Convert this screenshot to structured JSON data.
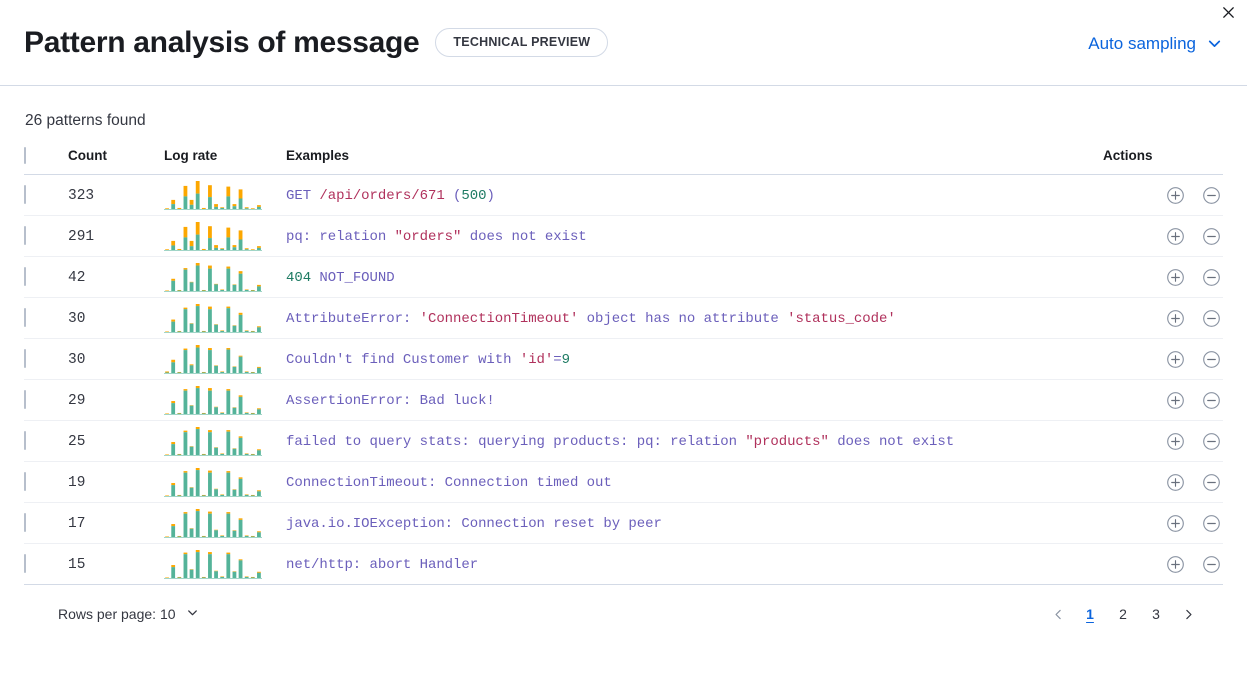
{
  "header": {
    "title": "Pattern analysis of message",
    "badge": "TECHNICAL PREVIEW",
    "sampling_label": "Auto sampling",
    "chevron_icon": "chevron-down-icon",
    "close_icon": "close-icon"
  },
  "summary": {
    "patterns_found": "26 patterns found"
  },
  "table": {
    "columns": [
      "Count",
      "Log rate",
      "Examples",
      "Actions"
    ],
    "select_all_checkbox": "select-all",
    "rows": [
      {
        "count": "323",
        "example_parts": [
          {
            "t": "GET ",
            "c": "base"
          },
          {
            "t": "/api/orders/671",
            "c": "str"
          },
          {
            "t": " (",
            "c": "base"
          },
          {
            "t": "500",
            "c": "num"
          },
          {
            "t": ")",
            "c": "base"
          }
        ],
        "example_text": "GET /api/orders/671 (500)",
        "spark": {
          "teal": [
            0,
            14,
            0,
            36,
            12,
            44,
            0,
            34,
            6,
            3,
            36,
            8,
            30,
            2,
            0,
            6
          ],
          "orange": [
            2,
            12,
            3,
            30,
            14,
            36,
            3,
            34,
            8,
            2,
            28,
            6,
            26,
            3,
            2,
            5
          ]
        }
      },
      {
        "count": "291",
        "example_parts": [
          {
            "t": "pq: relation ",
            "c": "base"
          },
          {
            "t": "\"orders\"",
            "c": "str"
          },
          {
            "t": " does not exist",
            "c": "base"
          }
        ],
        "example_text": "pq: relation \"orders\" does not exist",
        "spark": {
          "teal": [
            0,
            13,
            0,
            36,
            11,
            44,
            0,
            34,
            6,
            3,
            36,
            8,
            30,
            2,
            0,
            6
          ],
          "orange": [
            2,
            13,
            3,
            30,
            15,
            36,
            3,
            34,
            8,
            2,
            28,
            6,
            26,
            3,
            2,
            5
          ]
        }
      },
      {
        "count": "42",
        "example_parts": [
          {
            "t": "404",
            "c": "num"
          },
          {
            "t": " NOT_FOUND",
            "c": "base"
          }
        ],
        "example_text": "404 NOT_FOUND",
        "spark": {
          "teal": [
            0,
            20,
            1,
            42,
            17,
            50,
            1,
            44,
            13,
            2,
            44,
            12,
            34,
            2,
            1,
            9
          ],
          "orange": [
            1,
            4,
            1,
            3,
            1,
            5,
            1,
            6,
            1,
            1,
            4,
            1,
            5,
            1,
            1,
            3
          ]
        }
      },
      {
        "count": "30",
        "example_parts": [
          {
            "t": "AttributeError: ",
            "c": "base"
          },
          {
            "t": "'ConnectionTimeout'",
            "c": "str"
          },
          {
            "t": " object has no attribute ",
            "c": "base"
          },
          {
            "t": "'status_code'",
            "c": "str"
          }
        ],
        "example_text": "AttributeError: 'ConnectionTimeout' object has no attribute 'status_code'",
        "spark": {
          "teal": [
            0,
            20,
            1,
            44,
            16,
            50,
            1,
            44,
            14,
            2,
            46,
            12,
            33,
            2,
            1,
            9
          ],
          "orange": [
            1,
            4,
            1,
            3,
            1,
            4,
            1,
            5,
            1,
            1,
            3,
            1,
            4,
            1,
            1,
            2
          ]
        }
      },
      {
        "count": "30",
        "example_parts": [
          {
            "t": "Couldn't find Customer with ",
            "c": "base"
          },
          {
            "t": "'id'",
            "c": "str"
          },
          {
            "t": "=",
            "c": "base"
          },
          {
            "t": "9",
            "c": "num"
          }
        ],
        "example_text": "Couldn't find Customer with 'id'=9",
        "spark": {
          "teal": [
            1,
            21,
            1,
            45,
            15,
            50,
            1,
            45,
            14,
            2,
            46,
            12,
            32,
            2,
            1,
            10
          ],
          "orange": [
            2,
            5,
            1,
            3,
            2,
            5,
            1,
            4,
            1,
            1,
            3,
            1,
            2,
            1,
            1,
            2
          ]
        }
      },
      {
        "count": "29",
        "example_parts": [
          {
            "t": "AssertionError: Bad luck!",
            "c": "base"
          }
        ],
        "example_text": "AssertionError: Bad luck!",
        "spark": {
          "teal": [
            0,
            21,
            1,
            45,
            16,
            50,
            1,
            45,
            13,
            2,
            45,
            12,
            33,
            2,
            1,
            9
          ],
          "orange": [
            1,
            4,
            1,
            3,
            1,
            4,
            1,
            5,
            1,
            1,
            3,
            1,
            3,
            1,
            1,
            2
          ]
        }
      },
      {
        "count": "25",
        "example_parts": [
          {
            "t": "failed to query stats: querying products: pq: relation ",
            "c": "base"
          },
          {
            "t": "\"products\"",
            "c": "str"
          },
          {
            "t": " does not exist",
            "c": "base"
          }
        ],
        "example_text": "failed to query stats: querying products: pq: relation \"products\" does not exist",
        "spark": {
          "teal": [
            0,
            21,
            1,
            44,
            16,
            50,
            1,
            44,
            14,
            2,
            45,
            12,
            33,
            2,
            1,
            9
          ],
          "orange": [
            1,
            4,
            1,
            3,
            1,
            4,
            1,
            4,
            1,
            1,
            3,
            1,
            3,
            1,
            1,
            2
          ]
        }
      },
      {
        "count": "19",
        "example_parts": [
          {
            "t": "ConnectionTimeout: Connection timed out",
            "c": "base"
          }
        ],
        "example_text": "ConnectionTimeout: Connection timed out",
        "spark": {
          "teal": [
            0,
            21,
            1,
            45,
            16,
            50,
            1,
            45,
            13,
            2,
            45,
            12,
            33,
            2,
            1,
            9
          ],
          "orange": [
            1,
            4,
            1,
            3,
            1,
            4,
            1,
            4,
            1,
            1,
            3,
            1,
            3,
            1,
            1,
            2
          ]
        }
      },
      {
        "count": "17",
        "example_parts": [
          {
            "t": "java.io.IOException: Connection reset by peer",
            "c": "base"
          }
        ],
        "example_text": "java.io.IOException: Connection reset by peer",
        "spark": {
          "teal": [
            0,
            21,
            1,
            45,
            16,
            50,
            1,
            45,
            13,
            2,
            45,
            12,
            33,
            2,
            1,
            9
          ],
          "orange": [
            1,
            4,
            1,
            3,
            1,
            4,
            1,
            4,
            1,
            1,
            3,
            1,
            3,
            1,
            1,
            2
          ]
        }
      },
      {
        "count": "15",
        "example_parts": [
          {
            "t": "net/http: abort Handler",
            "c": "base"
          }
        ],
        "example_text": "net/http: abort Handler",
        "spark": {
          "teal": [
            0,
            21,
            1,
            46,
            16,
            50,
            1,
            46,
            13,
            2,
            46,
            12,
            34,
            2,
            1,
            10
          ],
          "orange": [
            1,
            4,
            1,
            3,
            1,
            4,
            1,
            4,
            1,
            1,
            3,
            1,
            2,
            1,
            1,
            2
          ]
        }
      }
    ],
    "row_actions": [
      "add-filter-icon",
      "remove-filter-icon"
    ]
  },
  "footer": {
    "rows_per_page_label": "Rows per page: 10",
    "rows_per_page_chevron": "chevron-down-icon",
    "prev_icon": "chevron-left-icon",
    "next_icon": "chevron-right-icon",
    "pages": [
      "1",
      "2",
      "3"
    ],
    "active_page": "1"
  },
  "colors": {
    "accent_link": "#0b64dd",
    "spark_teal": "#54b399",
    "spark_orange": "#fca700",
    "code_base": "#6b5fbb",
    "code_string": "#b0315c",
    "code_number": "#1e7b63"
  }
}
